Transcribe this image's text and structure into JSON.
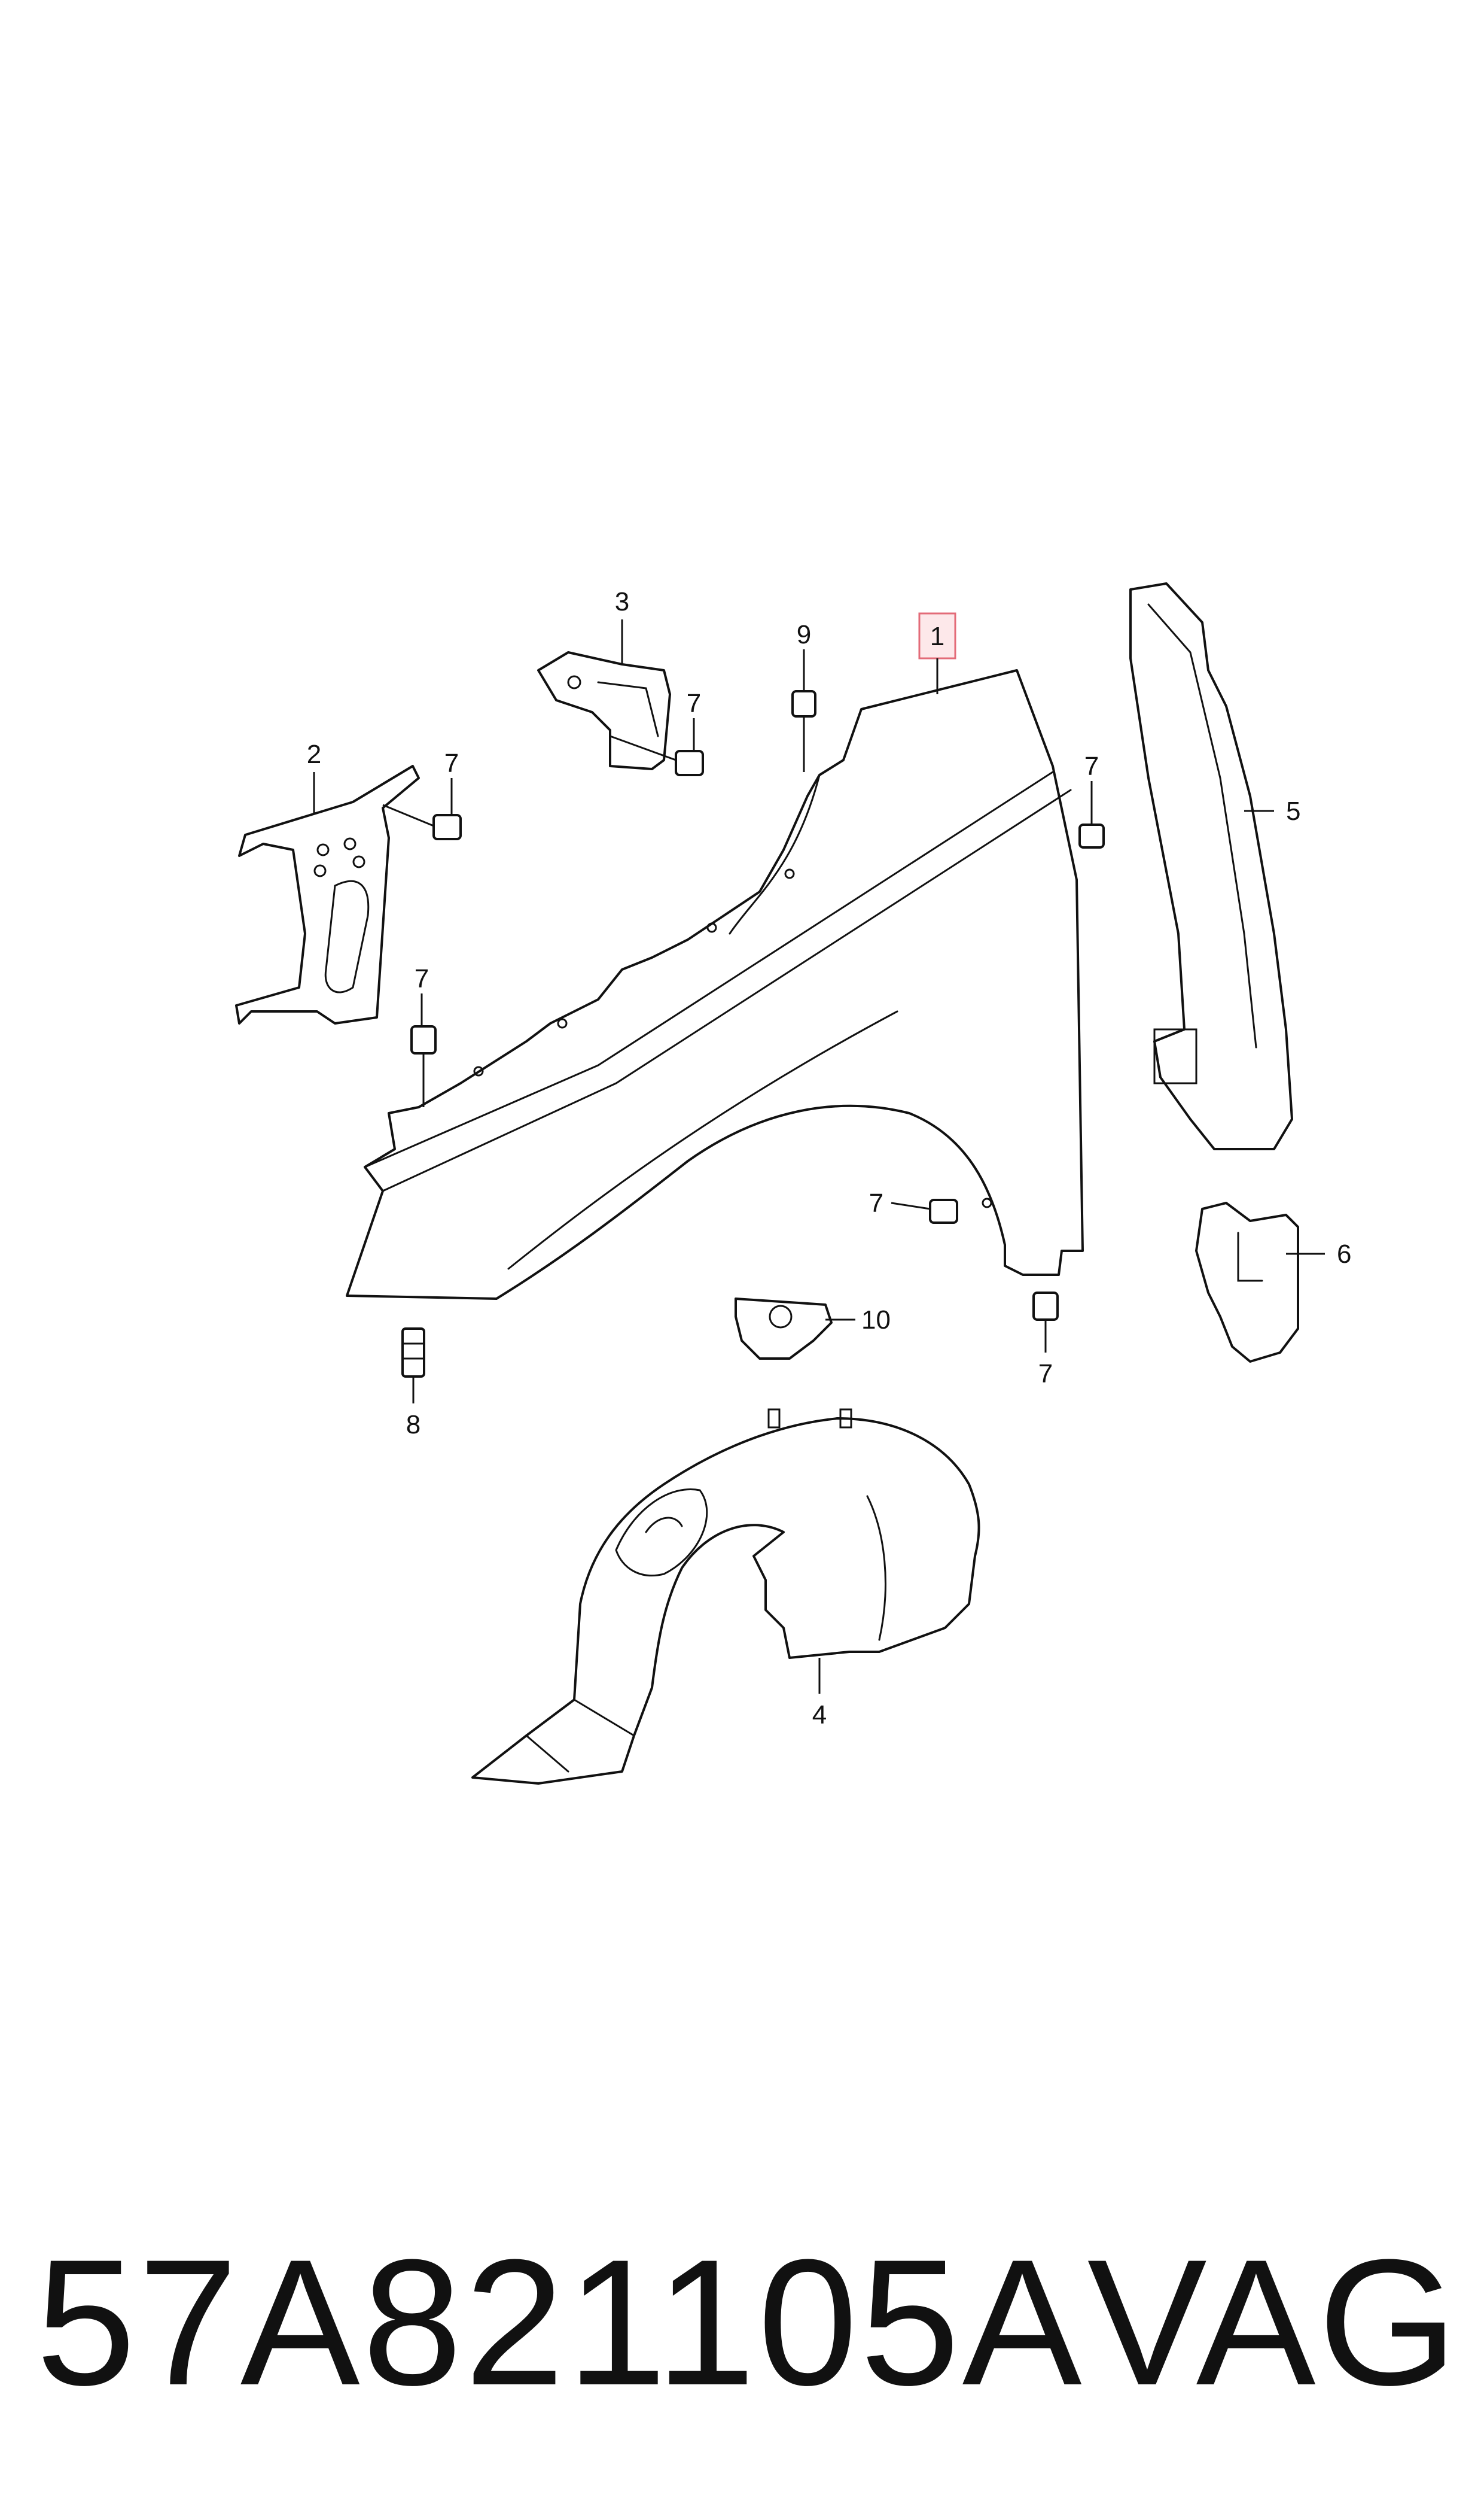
{
  "callouts": {
    "c1": "1",
    "c2": "2",
    "c3": "3",
    "c4": "4",
    "c5": "5",
    "c6": "6",
    "c7a": "7",
    "c7b": "7",
    "c7c": "7",
    "c7d": "7",
    "c7e": "7",
    "c7f": "7",
    "c8": "8",
    "c9": "9",
    "c10": "10"
  },
  "highlighted_callout": "1",
  "highlight_color": "#e36b78",
  "caption": {
    "part_number": "57A821105A",
    "brand": "VAG"
  }
}
